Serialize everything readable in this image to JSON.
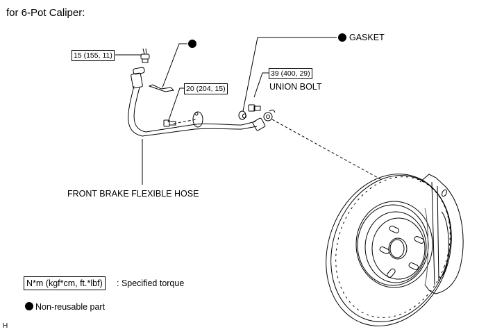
{
  "title": "for 6-Pot Caliper:",
  "callouts": {
    "torque_upper_hose": "15 (155, 11)",
    "torque_bracket_bolt": "20 (204, 15)",
    "torque_union_bolt": "39 (400, 29)"
  },
  "labels": {
    "gasket": "GASKET",
    "union_bolt": "UNION BOLT",
    "hose": "FRONT BRAKE FLEXIBLE HOSE"
  },
  "legend": {
    "torque_unit": "N*m (kgf*cm, ft.*lbf)",
    "torque_desc": ": Specified torque",
    "nonreusable_desc": "Non-reusable part"
  },
  "corner_mark": "H",
  "icons": {
    "non_reusable": "filled-circle"
  }
}
